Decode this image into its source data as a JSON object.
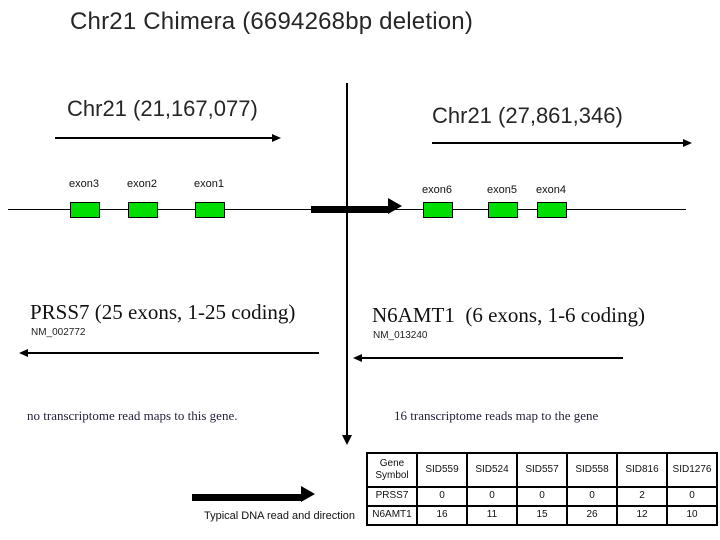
{
  "slide": {
    "title": "Chr21 Chimera (6694268bp deletion)"
  },
  "left_region": {
    "heading": "Chr21 (21,167,077)",
    "exon_labels": [
      "exon3",
      "exon2",
      "exon1"
    ],
    "gene_title": "PRSS7 (25 exons, 1-25 coding)",
    "accession": "NM_002772",
    "note": "no transcriptome read maps to this gene."
  },
  "right_region": {
    "heading": "Chr21 (27,861,346)",
    "exon_labels": [
      "exon6",
      "exon5",
      "exon4"
    ],
    "gene_title": "N6AMT1  (6 exons, 1-6 coding)",
    "accession": "NM_013240",
    "note": "16 transcriptome reads map to the gene"
  },
  "legend": {
    "dna_read_label": "Typical DNA read and direction"
  },
  "table": {
    "headers": [
      "Gene Symbol",
      "SID559",
      "SID524",
      "SID557",
      "SID558",
      "SID816",
      "SID1276"
    ],
    "rows": [
      {
        "gene": "PRSS7",
        "values": [
          "0",
          "0",
          "0",
          "0",
          "2",
          "0"
        ]
      },
      {
        "gene": "N6AMT1",
        "values": [
          "16",
          "11",
          "15",
          "26",
          "12",
          "10"
        ]
      }
    ]
  },
  "colors": {
    "exon_fill": "#00dd00",
    "ink": "#000000",
    "background": "#ffffff"
  }
}
